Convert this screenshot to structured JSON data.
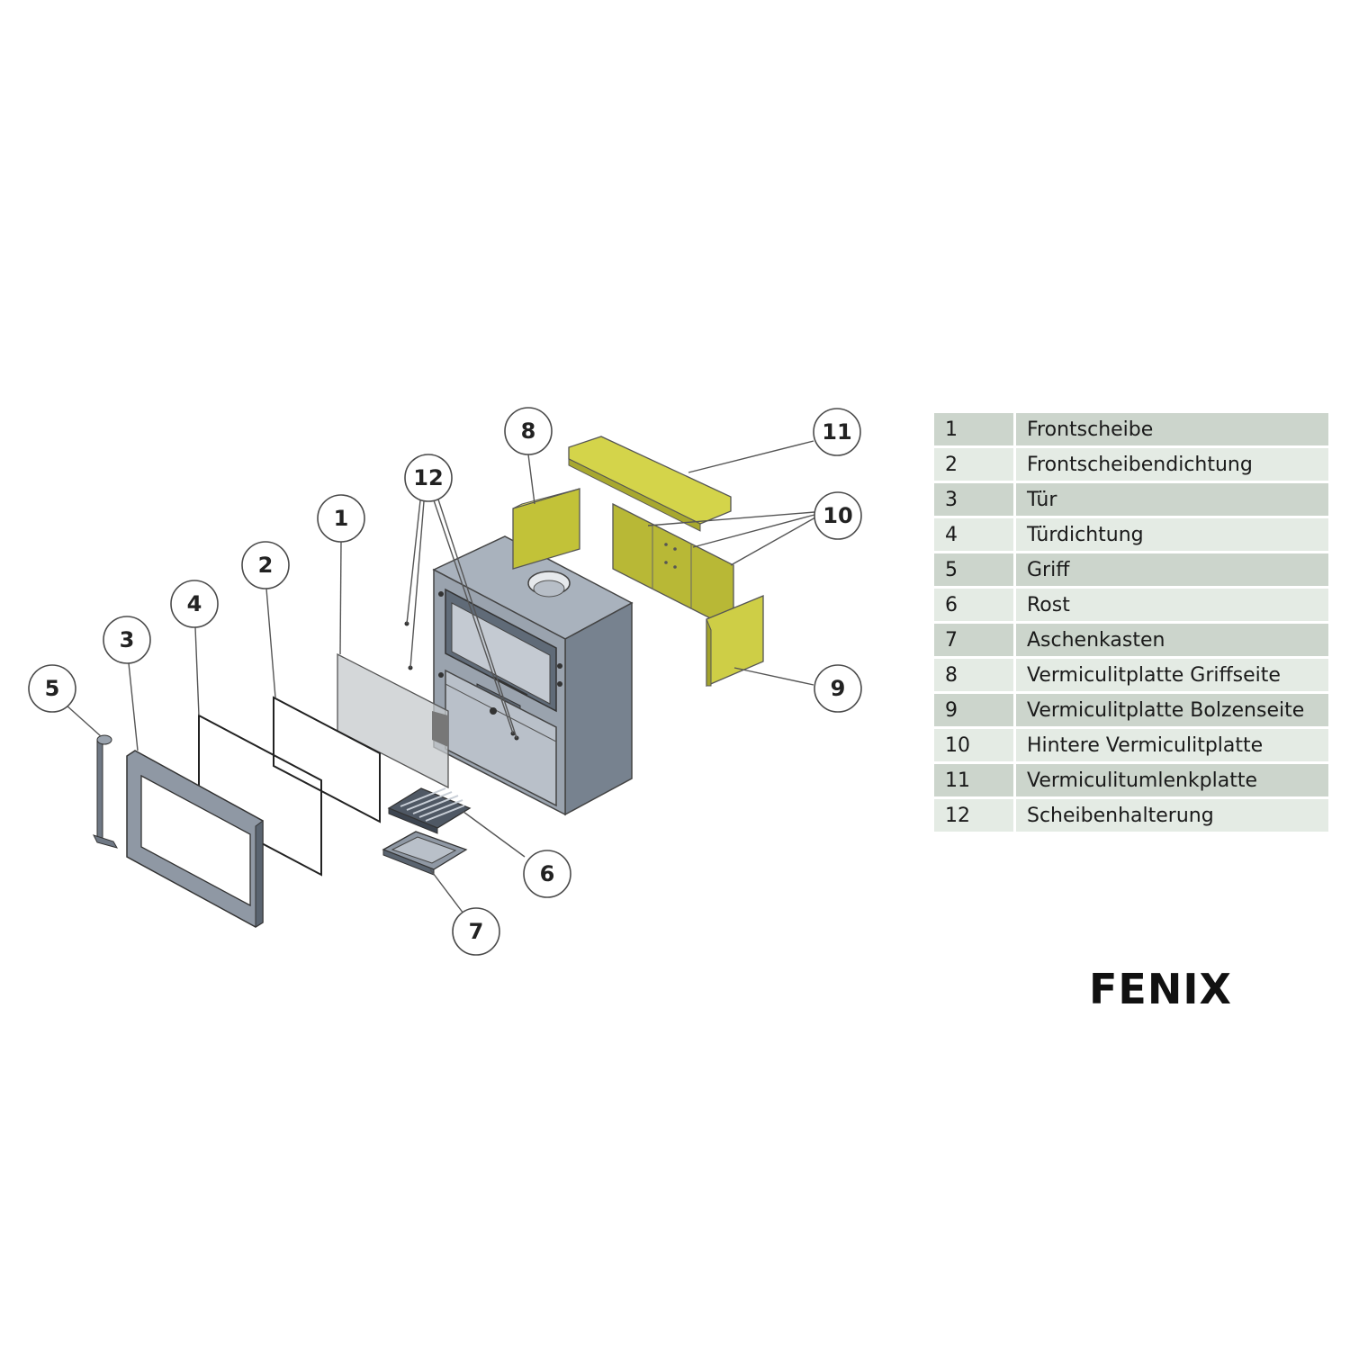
{
  "parts": [
    {
      "num": "1",
      "name": "Frontscheibe"
    },
    {
      "num": "2",
      "name": "Frontscheibendichtung"
    },
    {
      "num": "3",
      "name": "Tür"
    },
    {
      "num": "4",
      "name": "Türdichtung"
    },
    {
      "num": "5",
      "name": "Griff"
    },
    {
      "num": "6",
      "name": "Rost"
    },
    {
      "num": "7",
      "name": "Aschenkasten"
    },
    {
      "num": "8",
      "name": "Vermiculitplatte Griffseite"
    },
    {
      "num": "9",
      "name": "Vermiculitplatte Bolzenseite"
    },
    {
      "num": "10",
      "name": "Hintere Vermiculitplatte"
    },
    {
      "num": "11",
      "name": "Vermiculitumlenkplatte"
    },
    {
      "num": "12",
      "name": "Scheibenhalterung"
    }
  ],
  "callouts": [
    "1",
    "2",
    "3",
    "4",
    "5",
    "6",
    "7",
    "8",
    "9",
    "10",
    "11",
    "12"
  ],
  "model": "FENIX",
  "colors": {
    "vermiculite": "#c8c83c",
    "stove_body": "#8d96a3",
    "table_row_dark": "#ccd5cc",
    "table_row_light": "#e4ebe4"
  }
}
